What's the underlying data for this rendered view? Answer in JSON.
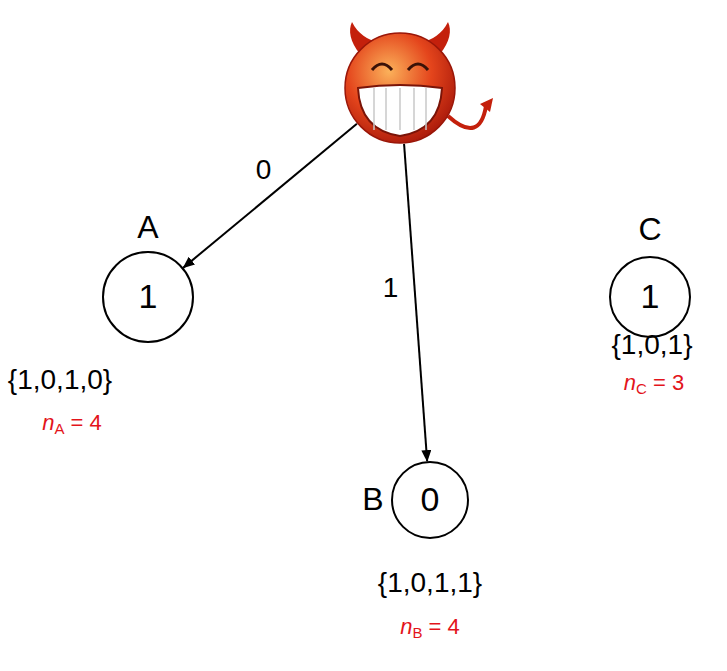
{
  "diagram": {
    "nodes": [
      {
        "text": []
      },
      {
        "text": [
          "A",
          "1",
          "{1,0,1,0}",
          "nA = 4"
        ]
      },
      {
        "text": [
          "C",
          "1",
          "{1,0,1}",
          "nC = 3"
        ]
      },
      {
        "text": [
          "B",
          "0",
          "{1,0,1,1}",
          "nB = 4"
        ]
      }
    ],
    "edges": [
      {
        "from": 0,
        "to": 1,
        "label": "0",
        "arrow": "to"
      },
      {
        "from": 0,
        "to": 3,
        "label": "1",
        "arrow": "to"
      }
    ]
  }
}
